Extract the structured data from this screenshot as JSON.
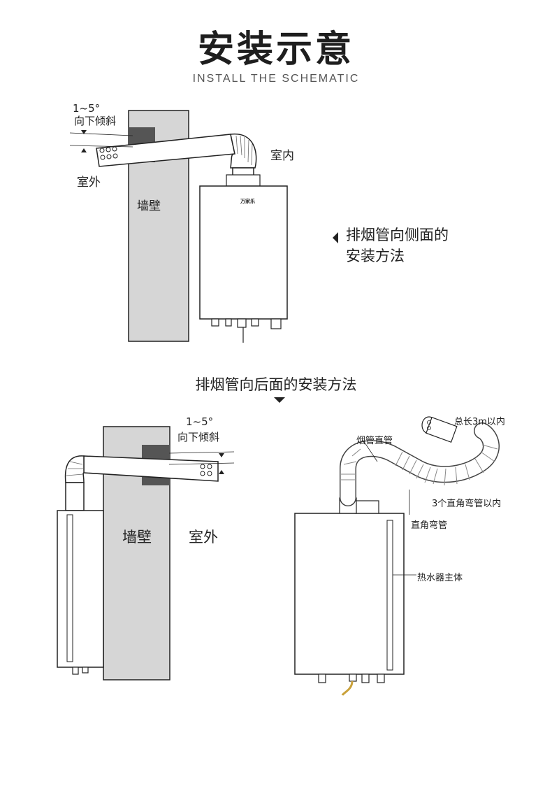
{
  "header": {
    "title": "安装示意",
    "subtitle": "INSTALL THE SCHEMATIC"
  },
  "diagram_side": {
    "slope_range": "1~5°",
    "slope_text": "向下倾斜",
    "outdoor": "室外",
    "indoor": "室内",
    "wall": "墙壁",
    "heater_logo": "万家乐",
    "caption_line1": "排烟管向侧面的",
    "caption_line2": "安装方法"
  },
  "diagram_back": {
    "caption": "排烟管向后面的安装方法",
    "slope_range": "1~5°",
    "slope_text": "向下倾斜",
    "wall": "墙壁",
    "outdoor": "室外"
  },
  "diagram_parts": {
    "total_length": "总长3m以内",
    "straight_pipe": "烟管直管",
    "elbow_limit": "3个直角弯管以内",
    "elbow": "直角弯管",
    "heater_body": "热水器主体"
  }
}
